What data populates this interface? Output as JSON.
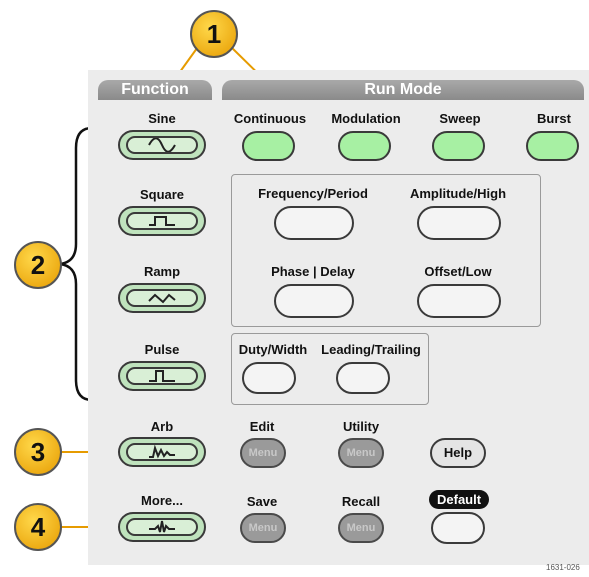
{
  "headers": {
    "function": "Function",
    "run_mode": "Run Mode"
  },
  "function_buttons": [
    {
      "label": "Sine",
      "icon": "sine-wave-icon"
    },
    {
      "label": "Square",
      "icon": "square-wave-icon"
    },
    {
      "label": "Ramp",
      "icon": "ramp-wave-icon"
    },
    {
      "label": "Pulse",
      "icon": "pulse-wave-icon"
    },
    {
      "label": "Arb",
      "icon": "arbitrary-wave-icon"
    },
    {
      "label": "More...",
      "icon": "more-waveforms-icon"
    }
  ],
  "run_mode_buttons": [
    "Continuous",
    "Modulation",
    "Sweep",
    "Burst"
  ],
  "parameter_buttons": {
    "frequency": "Frequency/Period",
    "amplitude": "Amplitude/High",
    "phase": "Phase | Delay",
    "offset": "Offset/Low",
    "duty": "Duty/Width",
    "leading": "Leading/Trailing"
  },
  "menu_buttons": {
    "edit_label": "Edit",
    "edit_button": "Menu",
    "utility_label": "Utility",
    "utility_button": "Menu",
    "help": "Help",
    "save_label": "Save",
    "save_button": "Menu",
    "recall_label": "Recall",
    "recall_button": "Menu",
    "default": "Default"
  },
  "callouts": [
    "1",
    "2",
    "3",
    "4"
  ],
  "figure_id": "1631-026",
  "colors": {
    "run_mode_button": "#a7f0a3",
    "waveform_button": "#bfe3bd",
    "callout": "#f5b800",
    "callout_line": "#e69b00",
    "header": "#9a9a9a"
  }
}
